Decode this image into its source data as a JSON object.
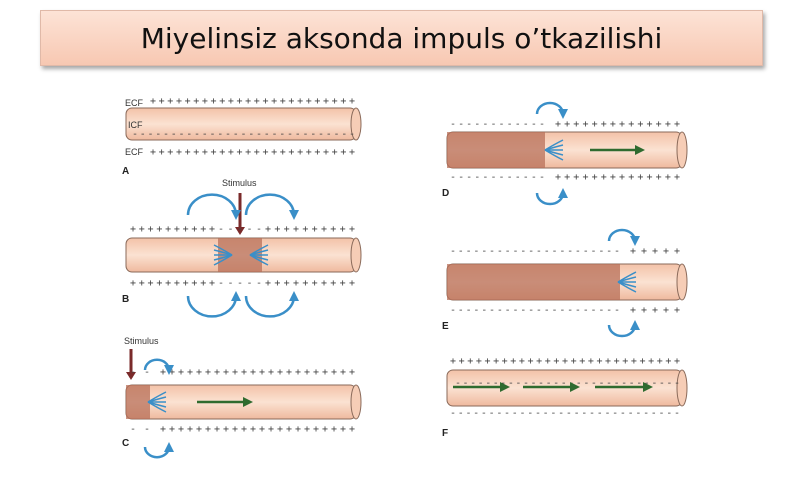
{
  "title": "Miyelinsiz aksonda impuls o’tkazilishi",
  "labels": {
    "ecf_top": "ECF",
    "icf": "ICF",
    "ecf_bottom": "ECF",
    "stimulus_b": "Stimulus",
    "stimulus_c": "Stimulus"
  },
  "panels": {
    "a": "A",
    "b": "B",
    "c": "C",
    "d": "D",
    "e": "E",
    "f": "F"
  },
  "colors": {
    "axon": "#f8d3bd",
    "depolarized": "#b8705a",
    "current": "#3a8fc8",
    "impulse_arrow": "#2f6b2f",
    "stimulus_arrow": "#7a2a2a"
  }
}
